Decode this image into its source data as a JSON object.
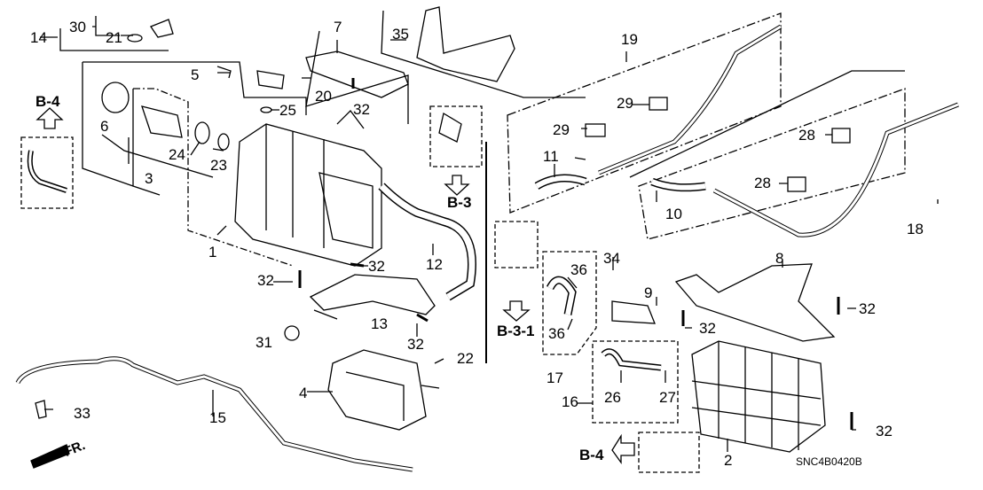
{
  "diagram": {
    "title": "Canister (Evaporative Emission) Exploded Parts Diagram",
    "diagram_code": "SNC4B0420B",
    "direction_label": "FR.",
    "references": [
      "B-4",
      "B-3",
      "B-3-1",
      "B-4"
    ],
    "parts": [
      {
        "no": "1"
      },
      {
        "no": "2"
      },
      {
        "no": "3"
      },
      {
        "no": "4"
      },
      {
        "no": "5"
      },
      {
        "no": "6"
      },
      {
        "no": "7"
      },
      {
        "no": "8"
      },
      {
        "no": "9"
      },
      {
        "no": "10"
      },
      {
        "no": "11"
      },
      {
        "no": "12"
      },
      {
        "no": "13"
      },
      {
        "no": "14"
      },
      {
        "no": "15"
      },
      {
        "no": "16"
      },
      {
        "no": "17"
      },
      {
        "no": "18"
      },
      {
        "no": "19"
      },
      {
        "no": "20"
      },
      {
        "no": "21"
      },
      {
        "no": "22"
      },
      {
        "no": "23"
      },
      {
        "no": "24"
      },
      {
        "no": "25"
      },
      {
        "no": "26"
      },
      {
        "no": "27"
      },
      {
        "no": "28"
      },
      {
        "no": "29"
      },
      {
        "no": "30"
      },
      {
        "no": "31"
      },
      {
        "no": "32"
      },
      {
        "no": "33"
      },
      {
        "no": "34"
      },
      {
        "no": "35"
      },
      {
        "no": "36"
      }
    ]
  }
}
